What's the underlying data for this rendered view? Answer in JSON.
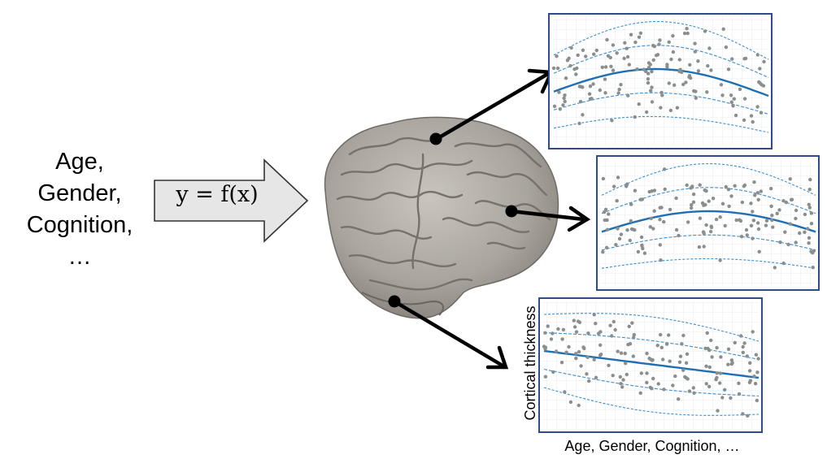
{
  "inputs": {
    "lines": [
      "Age,",
      "Gender,",
      "Cognition,",
      "…"
    ]
  },
  "model": {
    "equation": "y = f(x)"
  },
  "plot3": {
    "ylabel": "Cortical thickness",
    "xlabel": "Age, Gender, Cognition, …"
  },
  "colors": {
    "curve": "#1f6fb5",
    "band": "#3d8fd0",
    "point": "#8a8f8c",
    "frame": "#2f4c8a",
    "arrow_fill": "#e6e6e6",
    "brain": "#a9a59e"
  },
  "icons": [
    "brain-illustration"
  ]
}
